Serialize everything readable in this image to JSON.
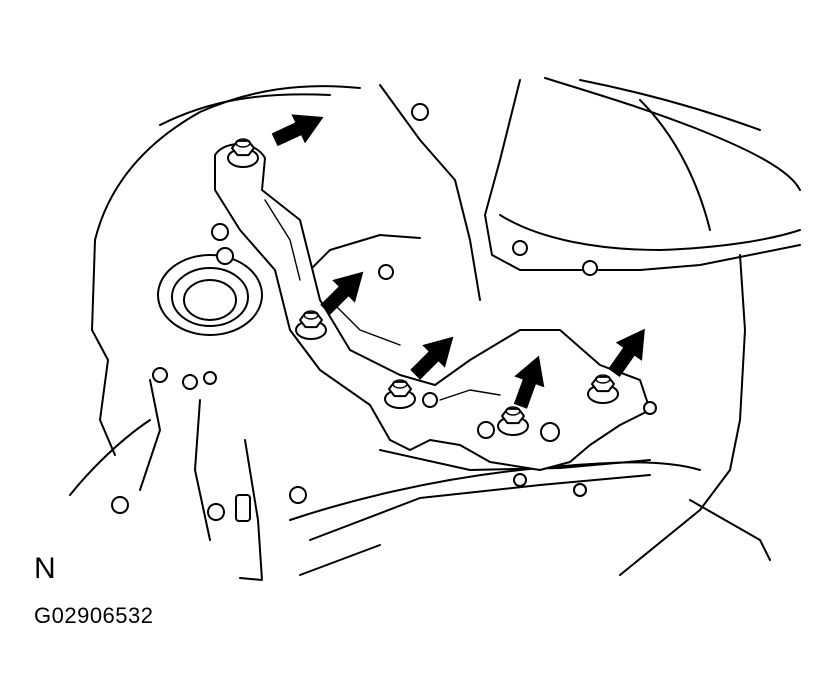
{
  "view_label": "N",
  "figure_code": "G02906532",
  "icons": {
    "bolt": "bolt-icon",
    "arrow": "arrow-icon"
  },
  "callouts": [
    {
      "id": "bolt-1"
    },
    {
      "id": "bolt-2"
    },
    {
      "id": "bolt-3"
    },
    {
      "id": "bolt-4"
    },
    {
      "id": "bolt-5"
    }
  ],
  "colors": {
    "ink": "#000000",
    "paper": "#ffffff"
  }
}
